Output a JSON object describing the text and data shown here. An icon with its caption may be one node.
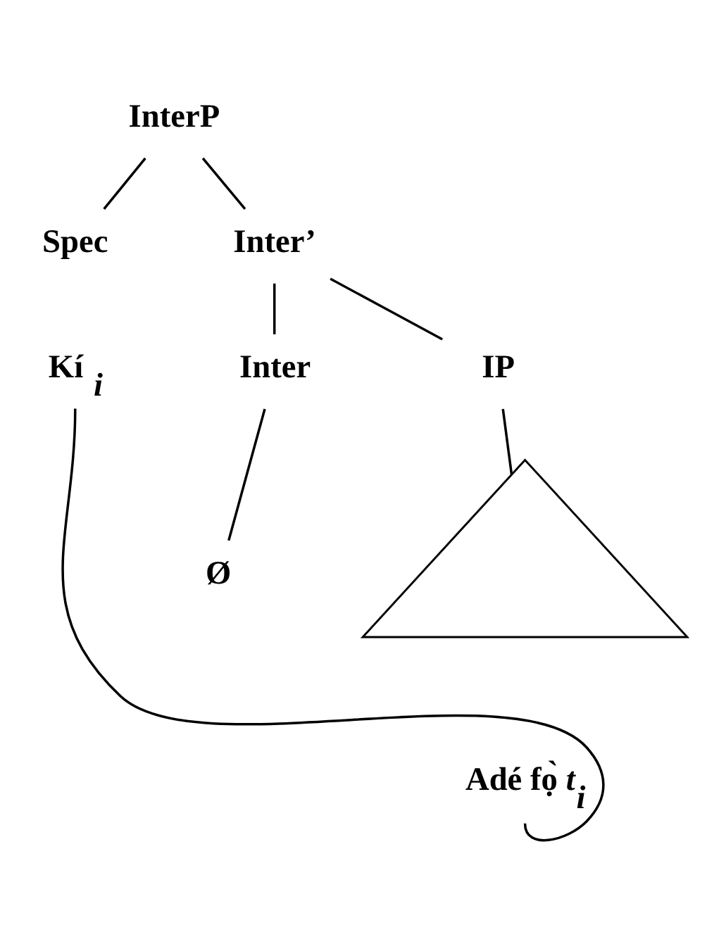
{
  "diagram": {
    "nodes": [
      {
        "text": [
          "InterP"
        ]
      },
      {
        "text": [
          "Spec"
        ]
      },
      {
        "text": [
          "Inter’"
        ]
      },
      {
        "text": [
          "Kí $_{i}$"
        ]
      },
      {
        "text": [
          "Inter"
        ]
      },
      {
        "text": [
          "IP"
        ]
      },
      {
        "text": [
          "Ø"
        ]
      },
      {
        "text": [],
        "shape": "triangle"
      },
      {
        "text": [
          "Adé fọ̀ *t*$_{i}$"
        ]
      }
    ],
    "edges": [
      {
        "from": 0,
        "to": 1,
        "arrow": "none"
      },
      {
        "from": 0,
        "to": 2,
        "arrow": "none"
      },
      {
        "from": 2,
        "to": 4,
        "arrow": "none"
      },
      {
        "from": 2,
        "to": 5,
        "arrow": "none"
      },
      {
        "from": 4,
        "to": 6,
        "arrow": "none"
      },
      {
        "from": 5,
        "to": 7,
        "arrow": "none"
      },
      {
        "from": 8,
        "to": 3,
        "arrow": "none"
      }
    ]
  }
}
